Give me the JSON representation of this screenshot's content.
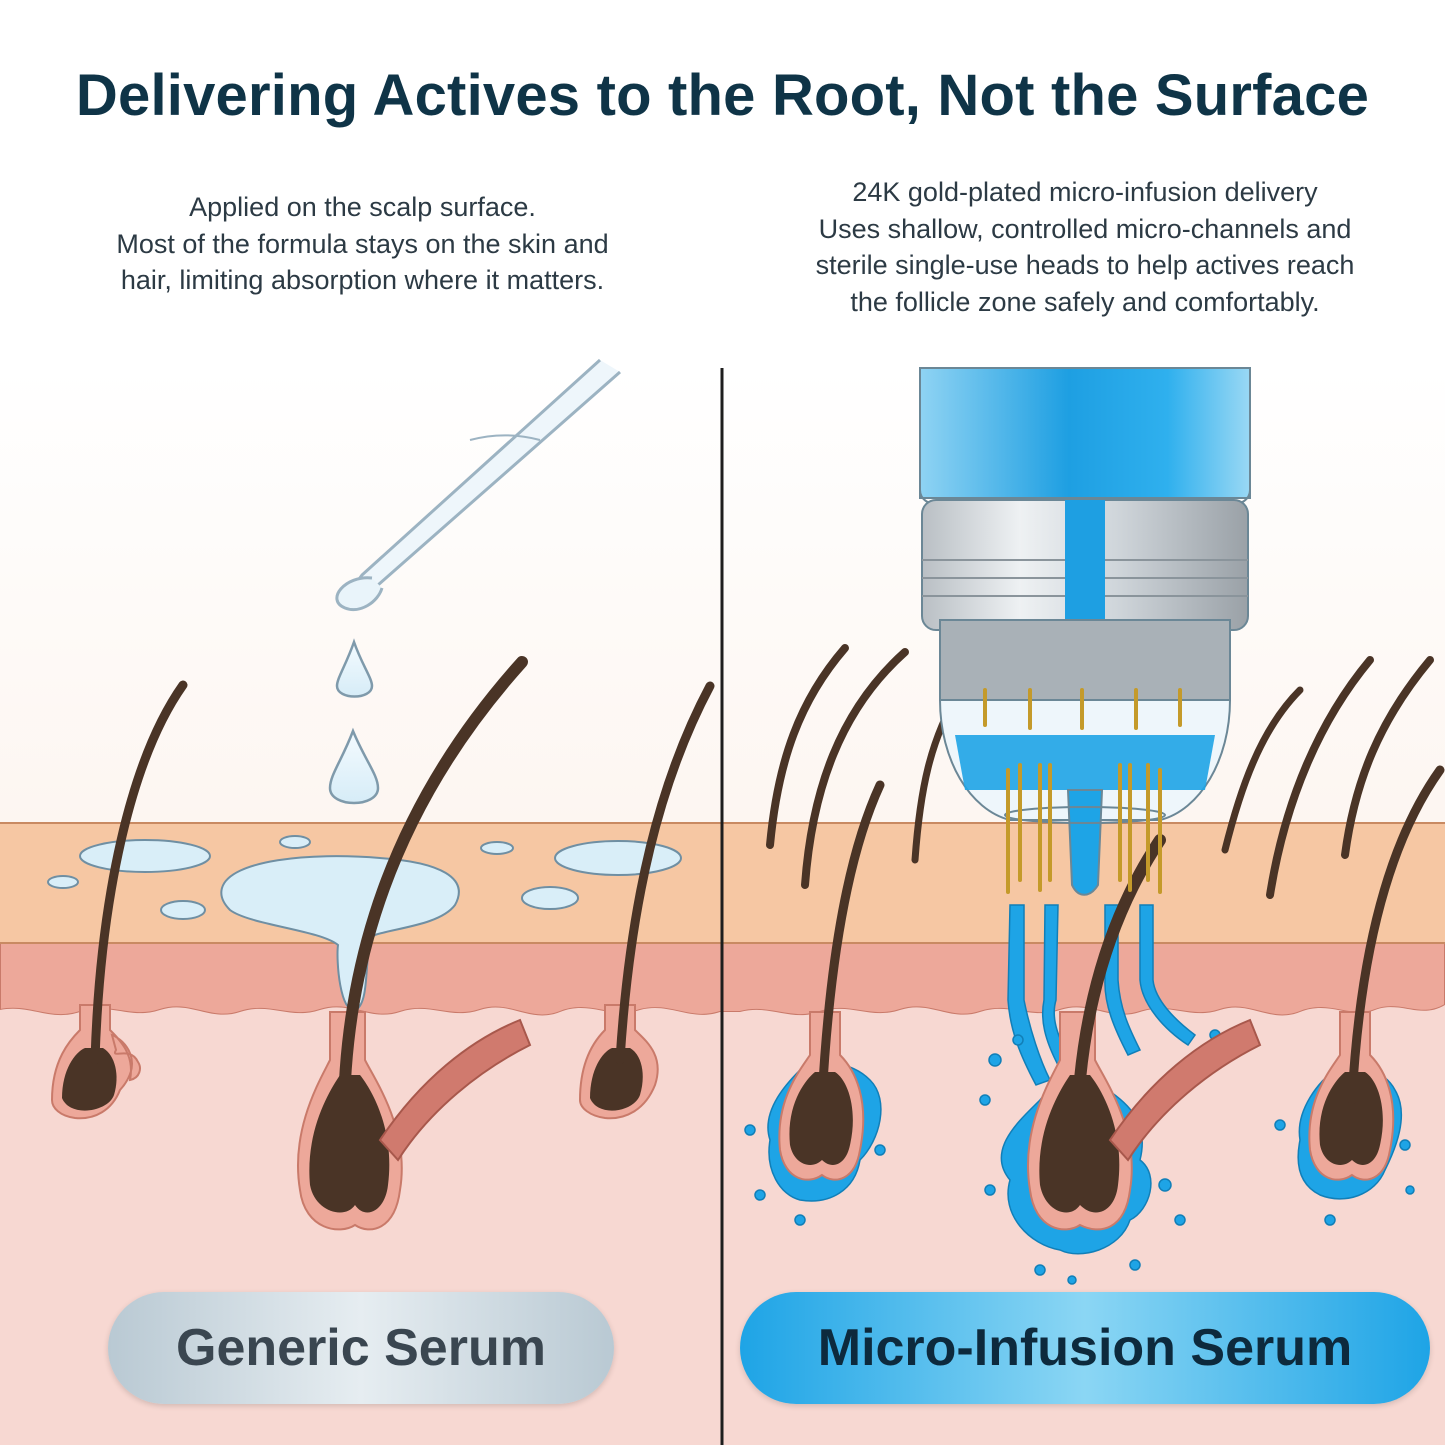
{
  "title": "Delivering Actives to the Root,  Not the Surface",
  "left": {
    "description_lines": [
      "Applied on the scalp surface.",
      "Most of the formula stays on the skin and",
      "hair, limiting absorption where it matters."
    ],
    "label": "Generic Serum"
  },
  "right": {
    "description_lines": [
      "24K gold-plated micro-infusion delivery",
      "Uses shallow, controlled micro-channels and",
      "sterile single-use heads to help actives reach",
      "the follicle zone safely and comfortably."
    ],
    "label": "Micro-Infusion Serum"
  },
  "colors": {
    "title": "#0f3447",
    "epidermis": "#f6c7a3",
    "dermis": "#f7d8d2",
    "hair": "#4a3426",
    "serum_blue": "#1ea4e6",
    "gold_needle": "#d8b24a"
  }
}
